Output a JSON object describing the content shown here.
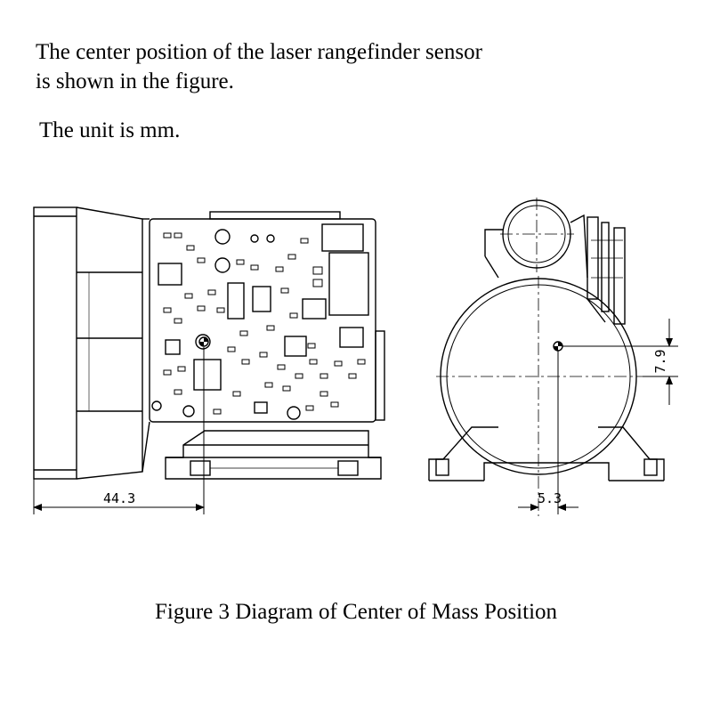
{
  "intro": {
    "line1": "The center position of the laser rangefinder sensor",
    "line2": "is shown in the figure."
  },
  "unit_note": "The unit is mm.",
  "dimensions": {
    "side_view_length": "44.3",
    "front_view_horizontal_offset": "5.3",
    "front_view_vertical_offset": "7.9"
  },
  "caption": "Figure 3 Diagram of Center of Mass Position"
}
